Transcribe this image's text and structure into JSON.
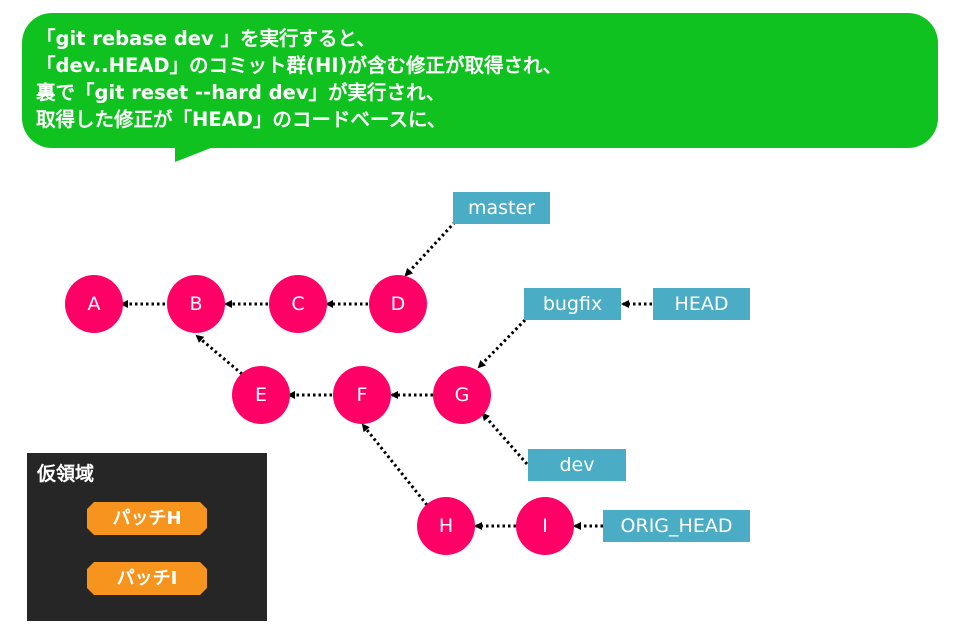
{
  "callout": {
    "lines": [
      "「git rebase dev 」を実行すると、",
      "「dev..HEAD」のコミット群(HI)が含む修正が取得され、",
      "裏で「git reset --hard dev」が実行され、",
      "取得した修正が「HEAD」のコードベースに、"
    ]
  },
  "commits": [
    "A",
    "B",
    "C",
    "D",
    "E",
    "F",
    "G",
    "H",
    "I"
  ],
  "refs": {
    "master": "master",
    "bugfix": "bugfix",
    "head": "HEAD",
    "dev": "dev",
    "orig_head": "ORIG_HEAD"
  },
  "temp_area": {
    "title": "仮領域",
    "patches": [
      "パッチH",
      "パッチI"
    ]
  },
  "colors": {
    "callout": "#10c21f",
    "commit": "#ff0066",
    "ref": "#4bacc6",
    "temp_area": "#262626",
    "patch": "#f7941d"
  }
}
